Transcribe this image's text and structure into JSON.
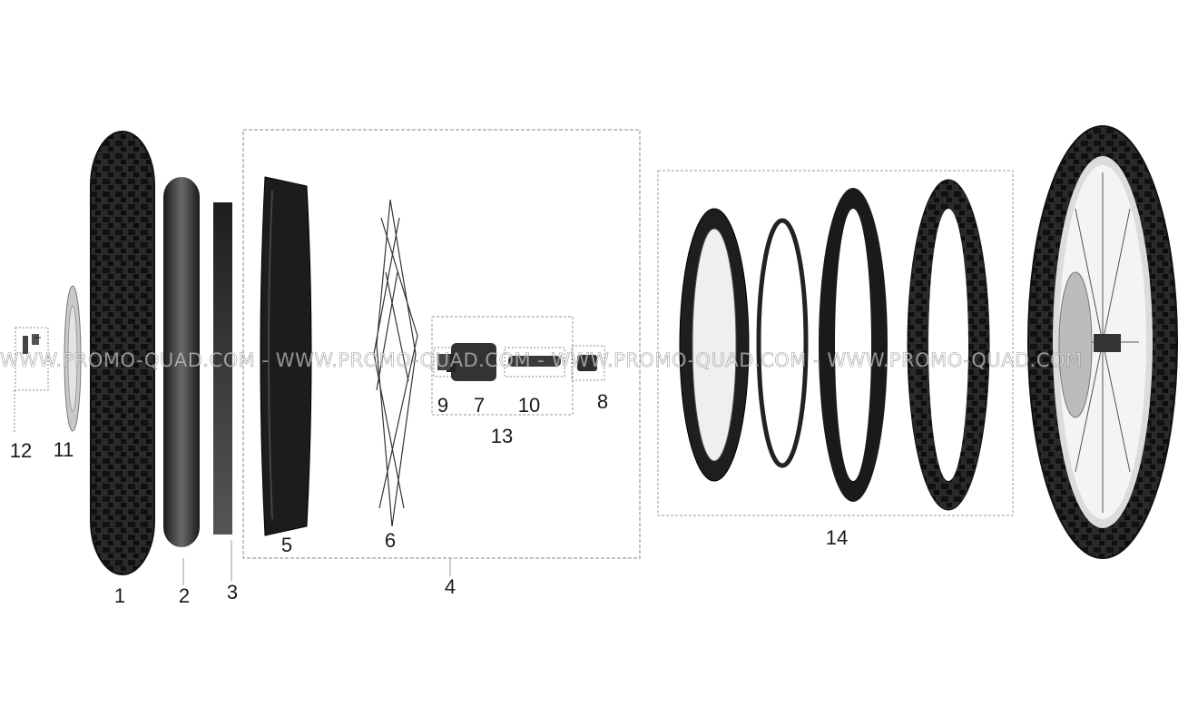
{
  "watermark": {
    "text": "WWW.PROMO-QUAD.COM - WWW.PROMO-QUAD.COM - WWW.PROMO-QUAD.COM - WWW.PROMO-QUAD.COM"
  },
  "callouts": [
    {
      "key": "1",
      "text": "1"
    },
    {
      "key": "2",
      "text": "2"
    },
    {
      "key": "3",
      "text": "3"
    },
    {
      "key": "4",
      "text": "4"
    },
    {
      "key": "5",
      "text": "5"
    },
    {
      "key": "6",
      "text": "6"
    },
    {
      "key": "7",
      "text": "7"
    },
    {
      "key": "8",
      "text": "8"
    },
    {
      "key": "9",
      "text": "9"
    },
    {
      "key": "10",
      "text": "10"
    },
    {
      "key": "11",
      "text": "11"
    },
    {
      "key": "12",
      "text": "12"
    },
    {
      "key": "13",
      "text": "13"
    },
    {
      "key": "14",
      "text": "14"
    }
  ]
}
